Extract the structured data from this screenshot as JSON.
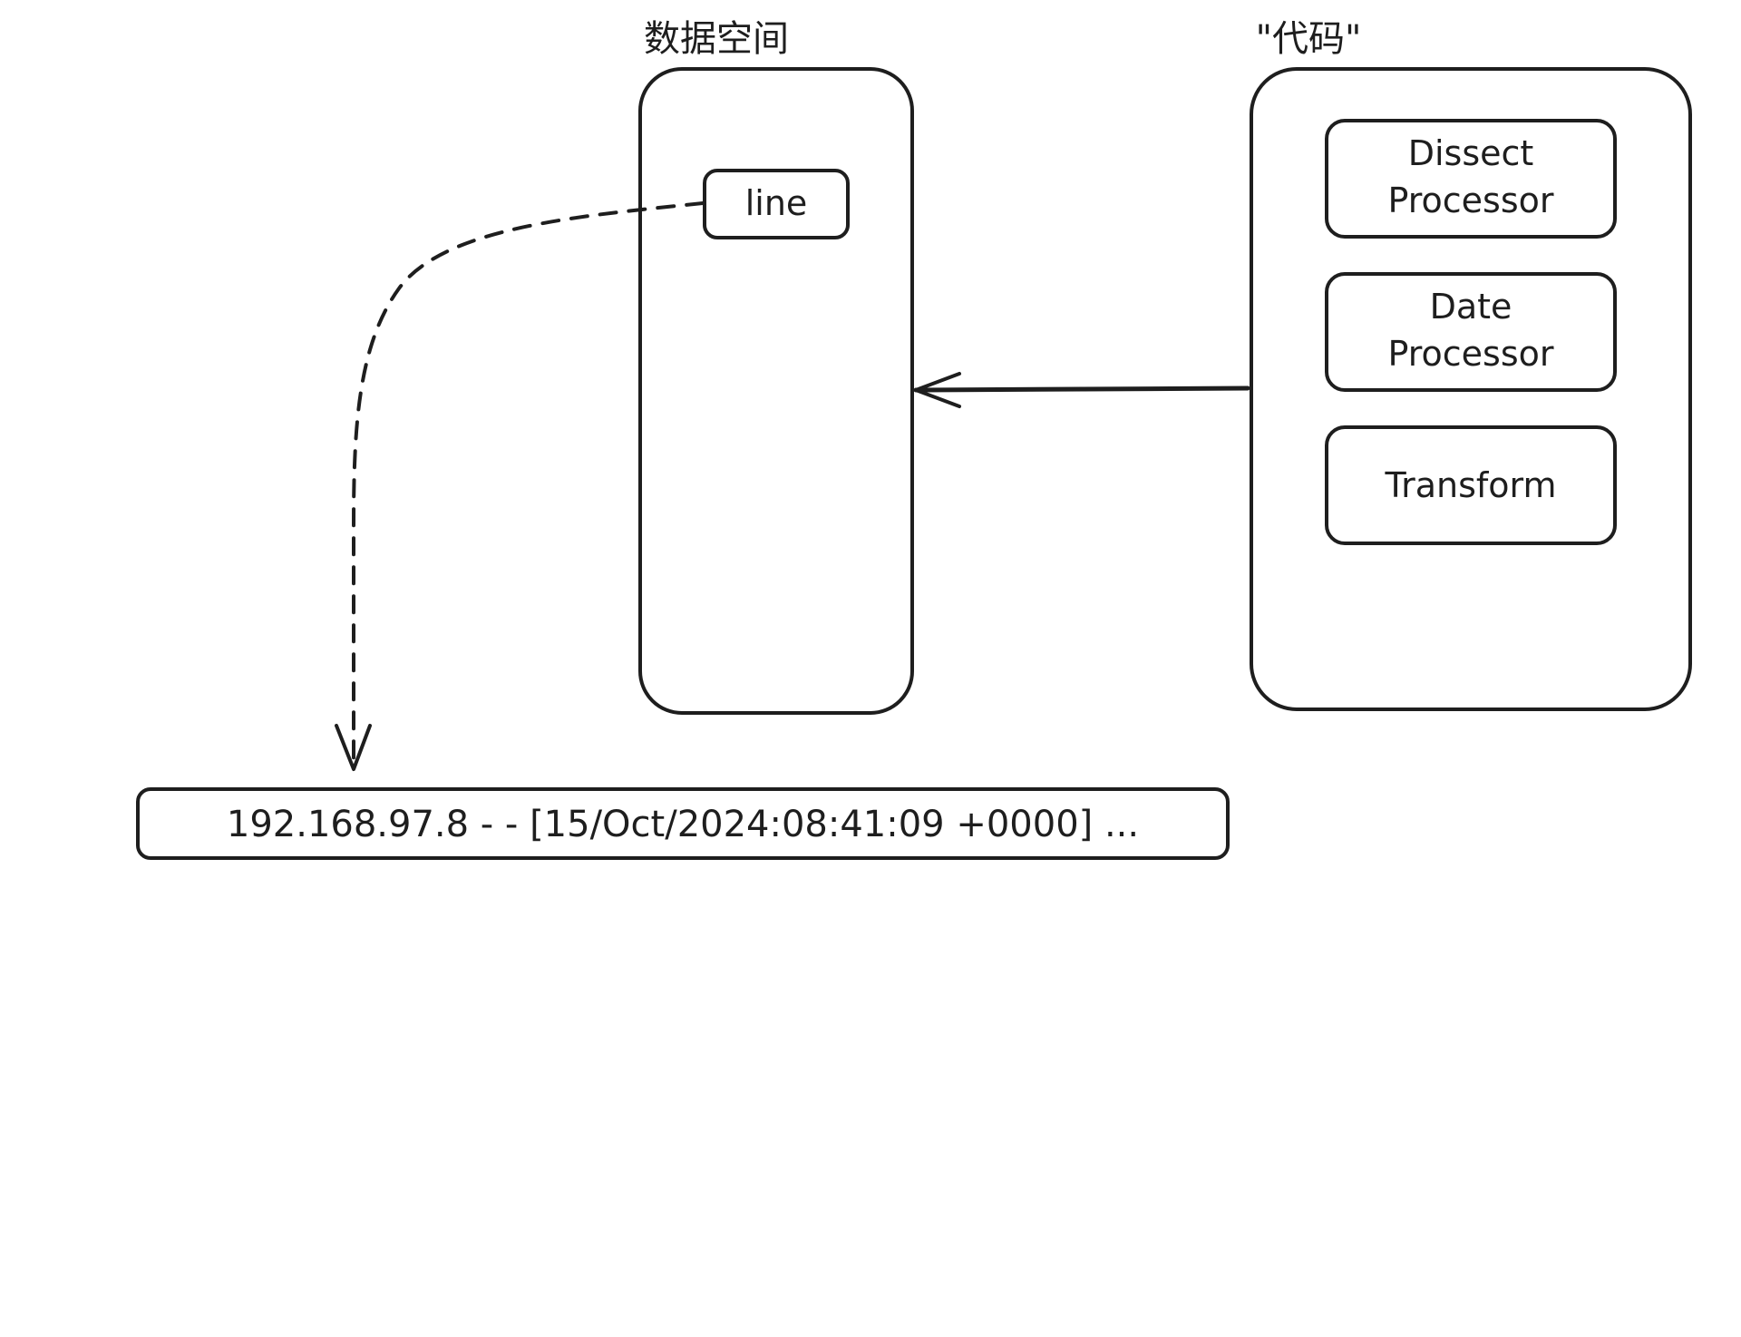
{
  "diagram": {
    "data_space": {
      "title": "数据空间",
      "field": "line"
    },
    "code": {
      "title": "\"代码\"",
      "processors": [
        {
          "line1": "Dissect",
          "line2": "Processor"
        },
        {
          "line1": "Date",
          "line2": "Processor"
        },
        {
          "line1": "Transform",
          "line2": ""
        }
      ]
    },
    "log_line": "192.168.97.8 - - [15/Oct/2024:08:41:09 +0000] ..."
  }
}
